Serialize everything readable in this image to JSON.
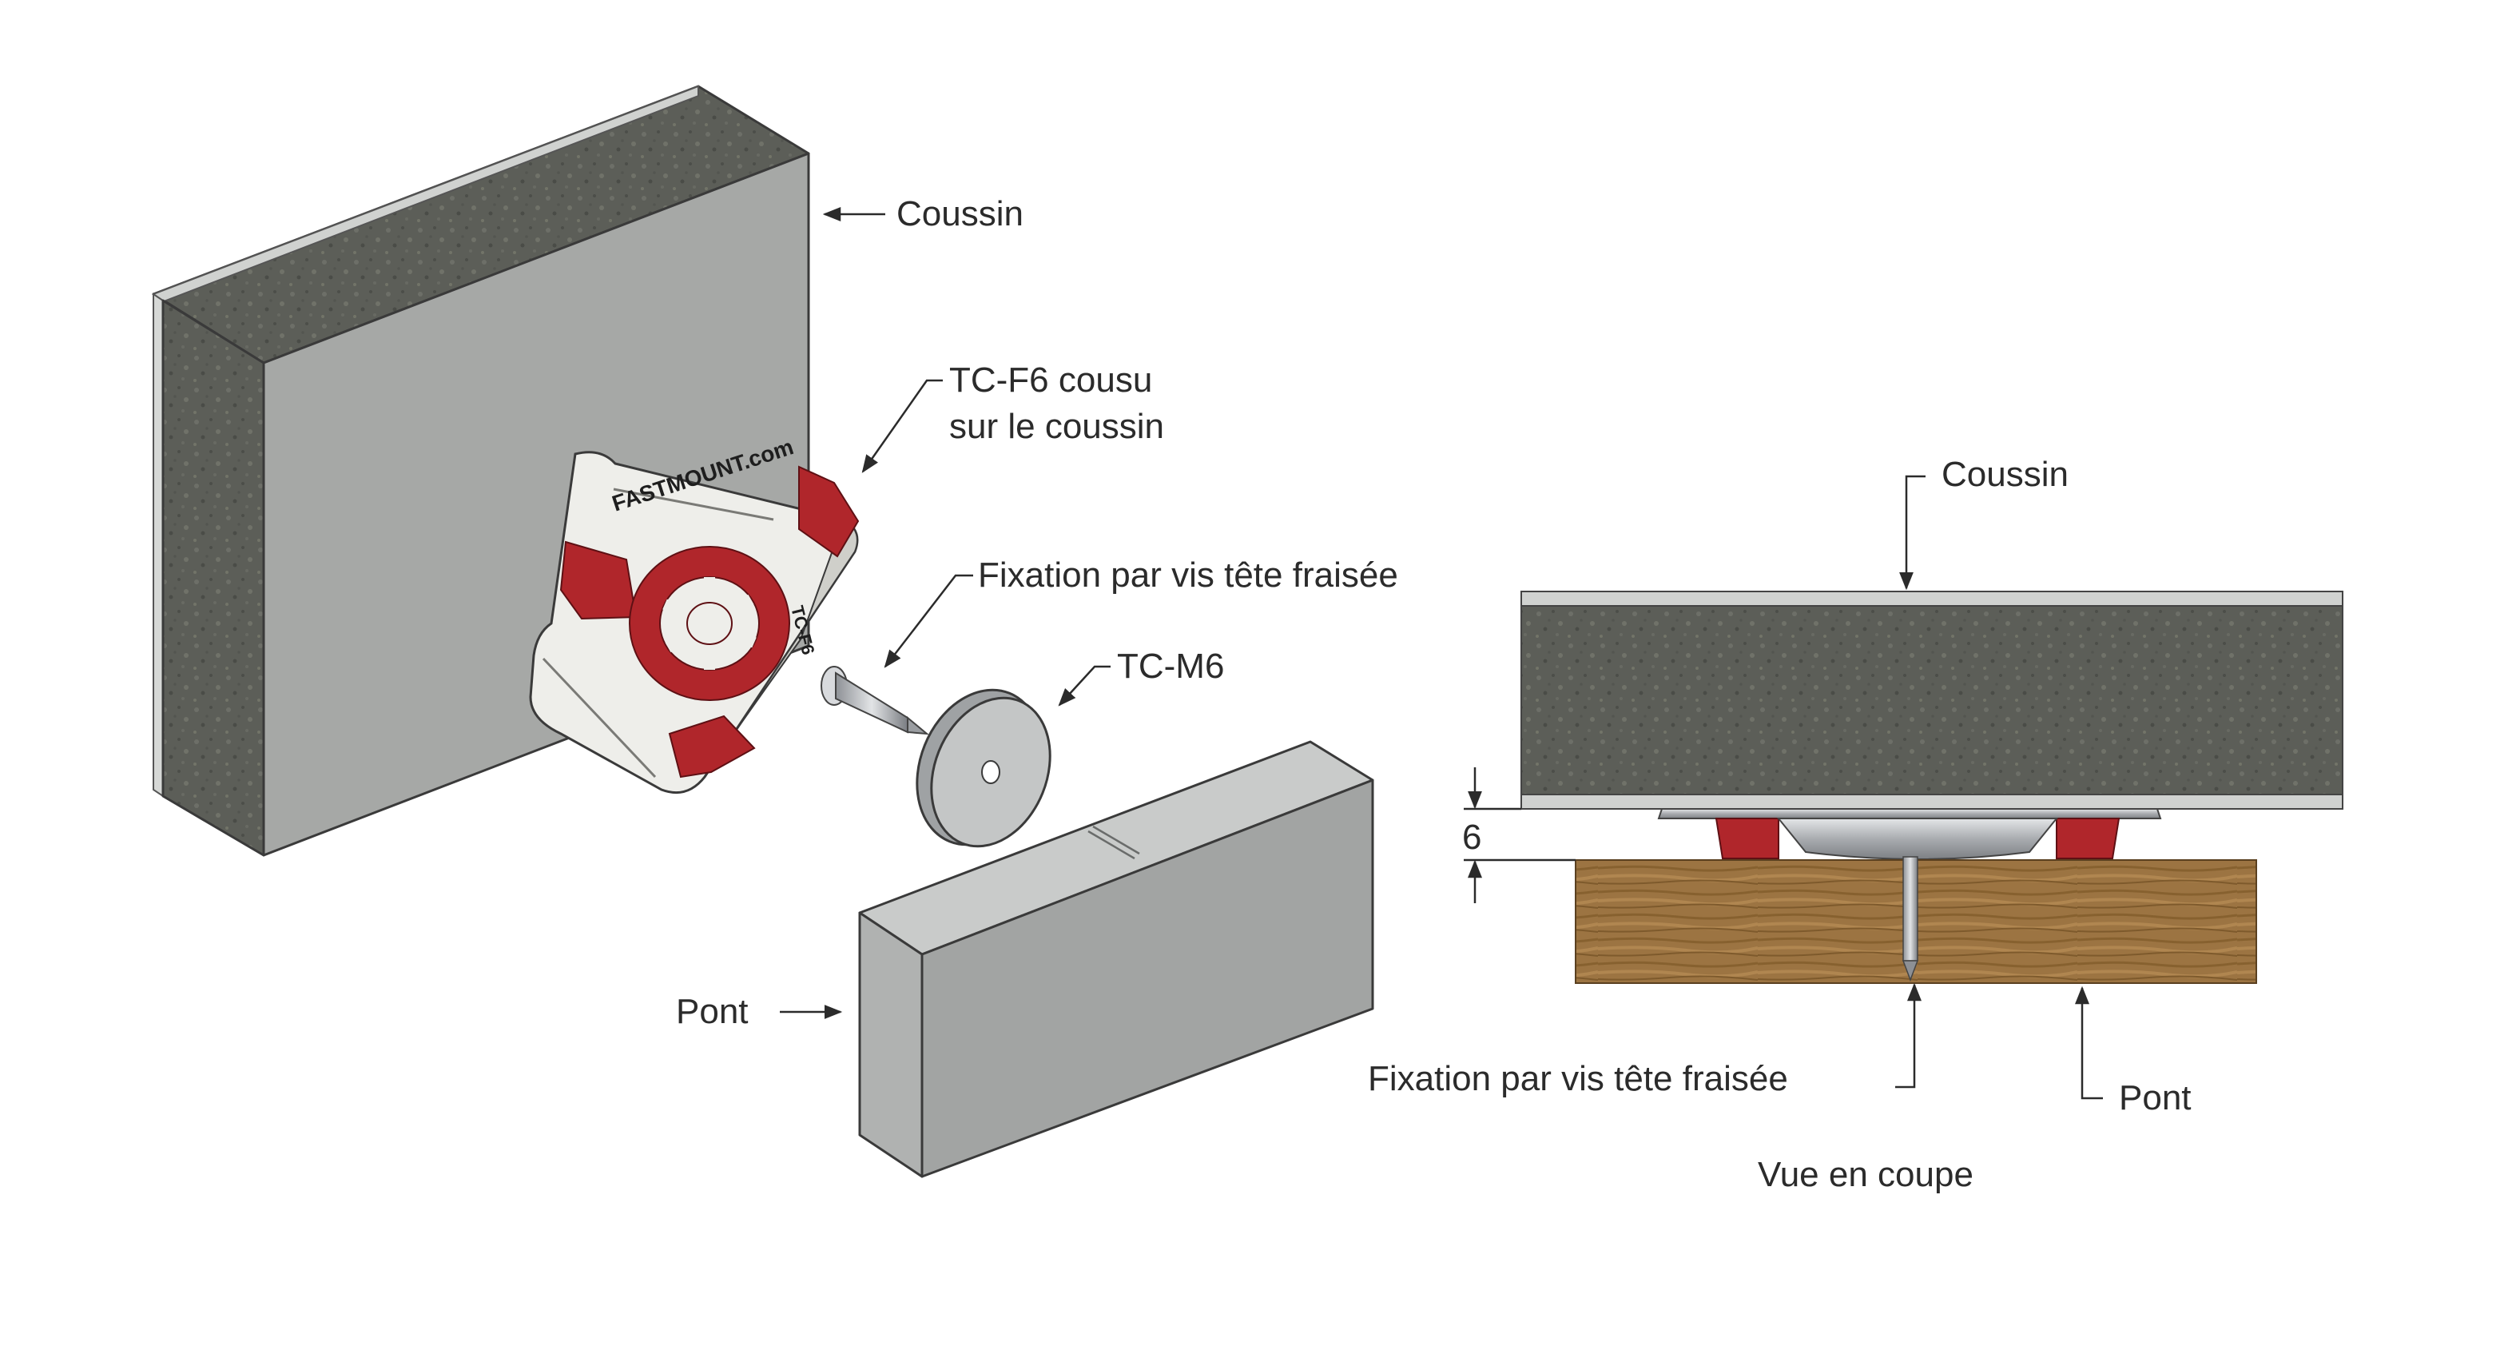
{
  "labels": {
    "coussin_iso": "Coussin",
    "tcf6_line1": "TC-F6 cousu",
    "tcf6_line2": "sur le coussin",
    "fixation_iso": "Fixation par vis tête fraisée",
    "tcm6": "TC-M6",
    "pont_iso": "Pont",
    "coussin_section": "Coussin",
    "dimension": "6",
    "fixation_section": "Fixation par vis tête fraisée",
    "pont_section": "Pont",
    "section_caption": "Vue en coupe"
  },
  "clip": {
    "brand": "FASTMOUNT.com",
    "model": "TC-F6"
  },
  "colors": {
    "foam": "#5c5e58",
    "panel_face": "#a6a8a6",
    "panel_edge": "#8e908e",
    "clip_body": "#eeeeea",
    "clip_red": "#b0262b",
    "wood": "#9c7442",
    "metal": "#b5b8bb",
    "line": "#2b2b2b"
  }
}
